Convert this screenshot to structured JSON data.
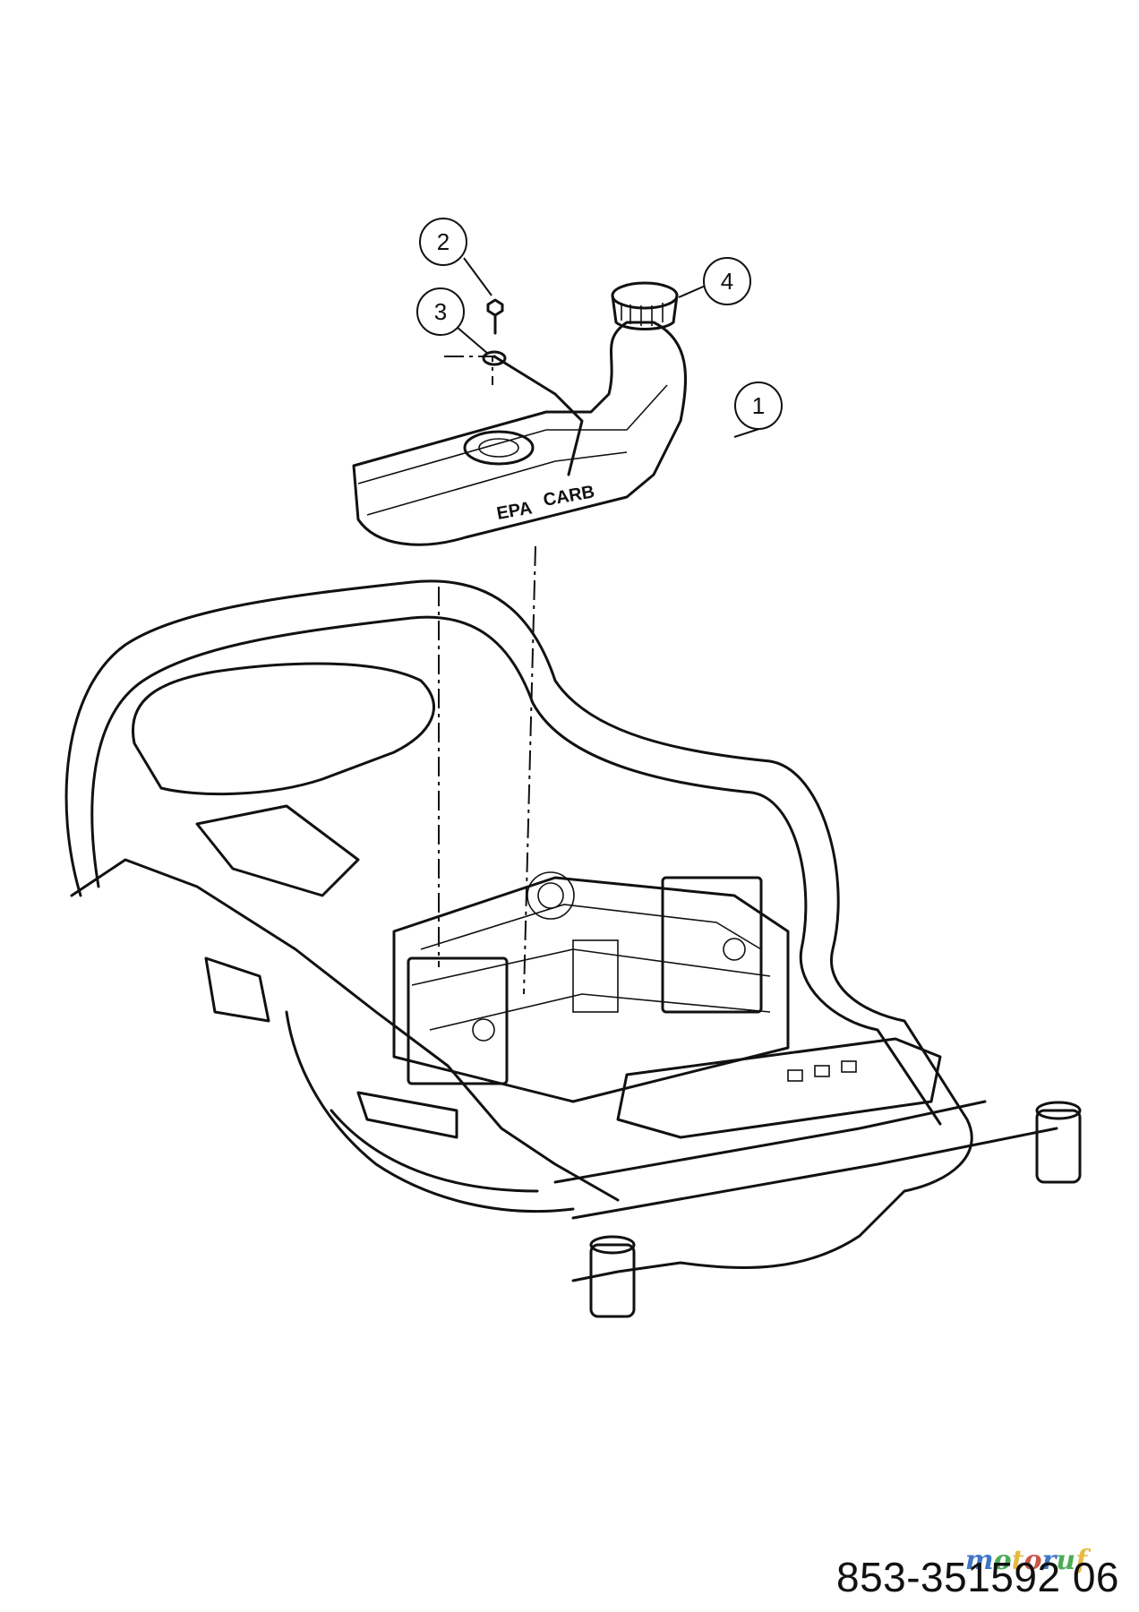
{
  "callouts": [
    {
      "number": "1",
      "part": "fuel-tank"
    },
    {
      "number": "2",
      "part": "screw"
    },
    {
      "number": "3",
      "part": "clip"
    },
    {
      "number": "4",
      "part": "fuel-cap"
    }
  ],
  "tank_labels": {
    "left": "EPA",
    "right": "CARB"
  },
  "drawing_number": "853-351592 06",
  "watermark": {
    "text": "motoruf",
    "colors": [
      "#1f5fbf",
      "#2e9e3a",
      "#e0b020",
      "#c0392b"
    ]
  }
}
